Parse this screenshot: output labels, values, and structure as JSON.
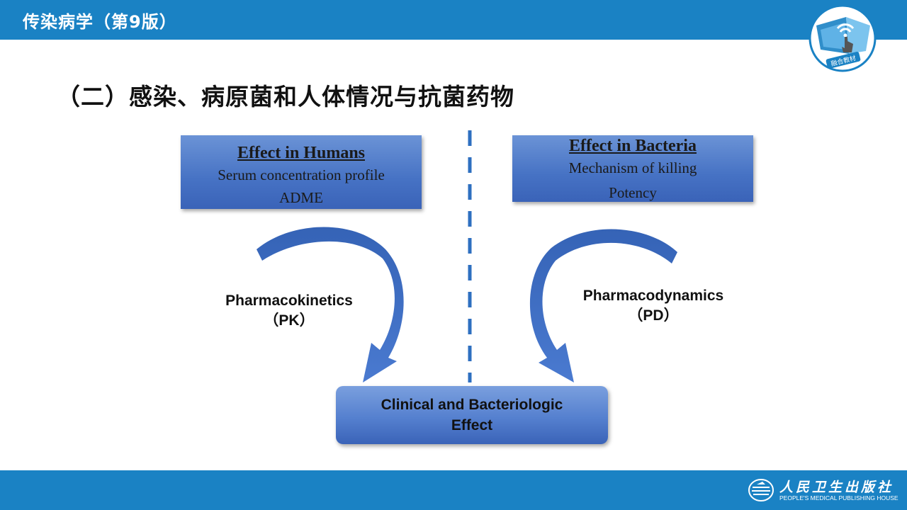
{
  "header": {
    "course_title": "传染病学（第9版）",
    "badge_text": "融合教材"
  },
  "slide": {
    "heading": "（二）感染、病原菌和人体情况与抗菌药物"
  },
  "diagram": {
    "humans_box": {
      "title": "Effect in Humans",
      "line1": "Serum concentration profile",
      "line2": "ADME"
    },
    "bacteria_box": {
      "title": "Effect in Bacteria",
      "line1": "Mechanism of killing",
      "line2": "Potency"
    },
    "pk_label": {
      "line1": "Pharmacokinetics",
      "line2": "（PK）"
    },
    "pd_label": {
      "line1": "Pharmacodynamics",
      "line2": "（PD）"
    },
    "result_box": {
      "line1": "Clinical and Bacteriologic",
      "line2": "Effect"
    },
    "colors": {
      "box_blue": "#4672c4",
      "arrow_blue": "#3f6fc4",
      "divider_blue": "#2e6fc0",
      "bar_blue": "#1a82c4"
    }
  },
  "footer": {
    "publisher_cn": "人民卫生出版社",
    "publisher_en": "PEOPLE'S MEDICAL PUBLISHING HOUSE",
    "logo_icon": "pmph-logo-icon"
  }
}
